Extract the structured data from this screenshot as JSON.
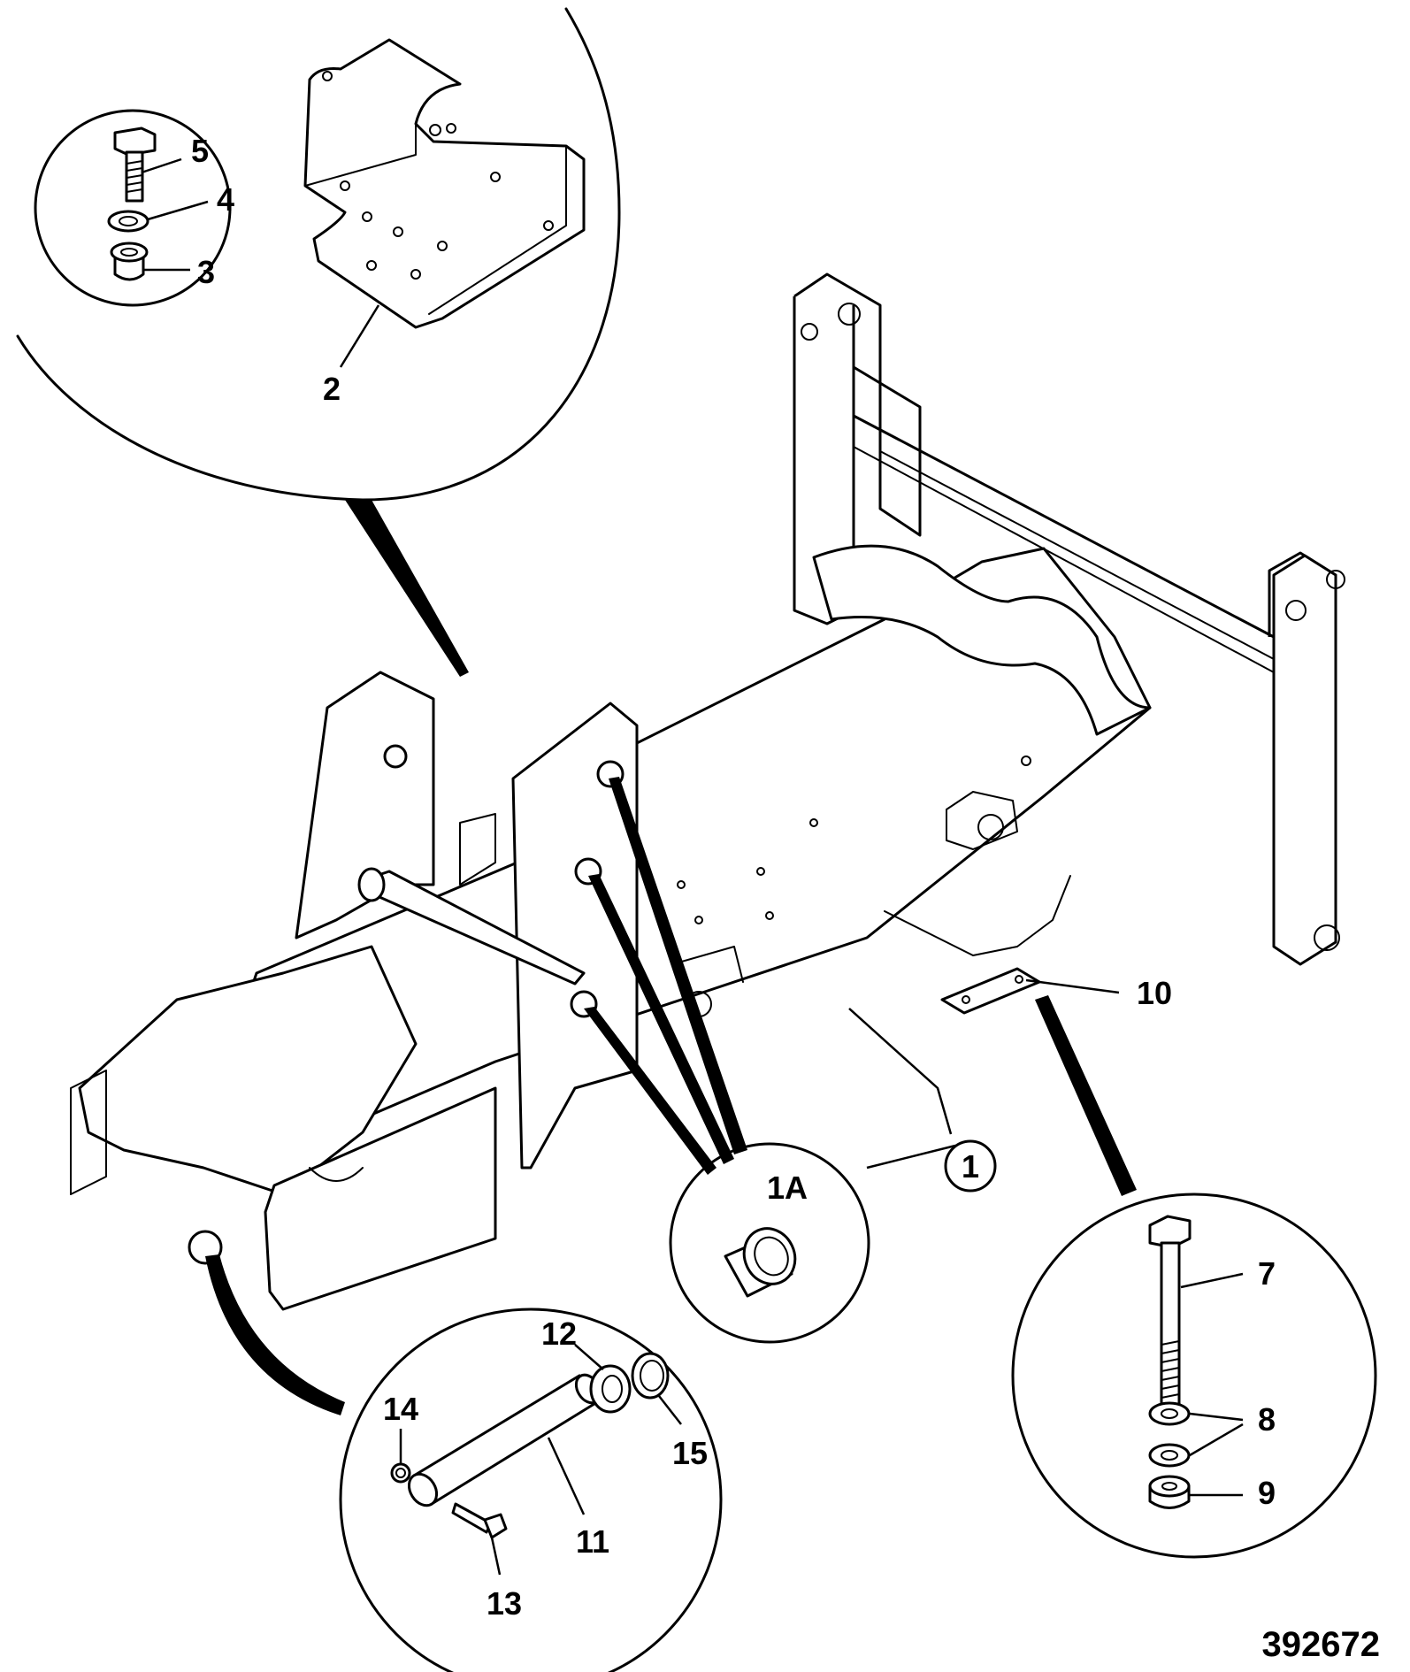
{
  "figure": {
    "reference_number": "392672",
    "callouts": {
      "c1": "1",
      "c1a": "1A",
      "c2": "2",
      "c3": "3",
      "c4": "4",
      "c5": "5",
      "c7": "7",
      "c8": "8",
      "c9": "9",
      "c10": "10",
      "c11": "11",
      "c12": "12",
      "c13": "13",
      "c14": "14",
      "c15": "15"
    }
  }
}
